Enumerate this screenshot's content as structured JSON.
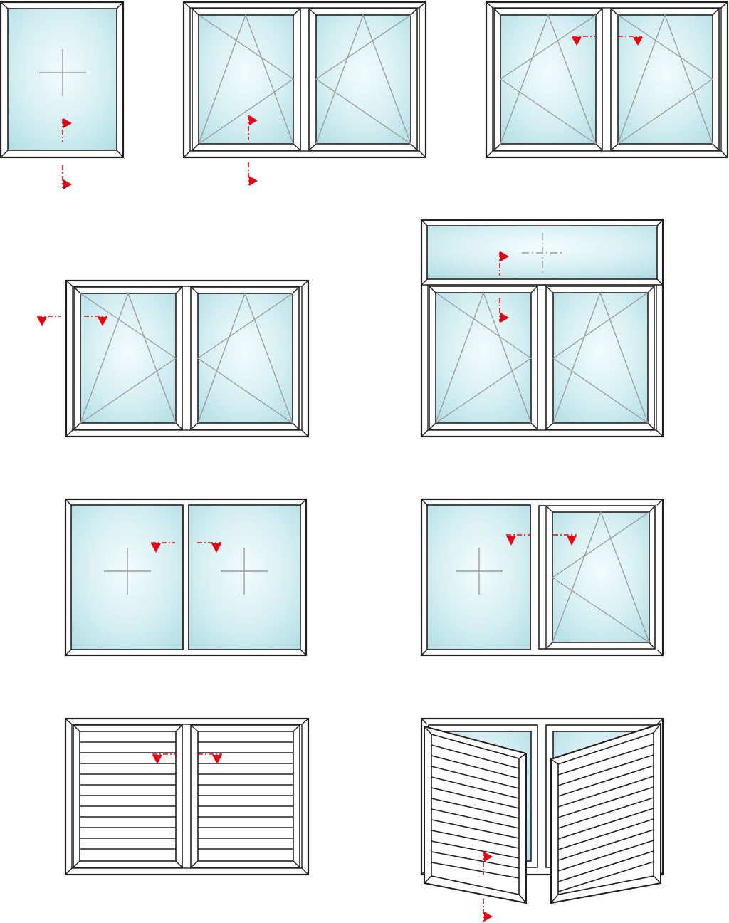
{
  "figure": {
    "description_visible_text": "",
    "colors": {
      "frame": "#231f20",
      "glass_light": "#eef9fa",
      "glass_dark": "#bfe3e8",
      "opening_lines": "#9a9a9a",
      "marker": "#e30613"
    },
    "window_types": [
      {
        "name": "window-fixed-single",
        "icon": "fixed-pane"
      },
      {
        "name": "window-double-tilt-turn-bottom-handle",
        "icon": "tilt-turn-pair"
      },
      {
        "name": "window-double-tilt-turn-top-handles",
        "icon": "tilt-turn-pair"
      },
      {
        "name": "window-double-tilt-turn-side-handle",
        "icon": "tilt-turn-pair"
      },
      {
        "name": "window-transom-with-double-tilt-turn",
        "icon": "transom-tilt-turn"
      },
      {
        "name": "window-double-fixed",
        "icon": "fixed-pair"
      },
      {
        "name": "window-fixed-plus-tilt-turn",
        "icon": "fixed-and-tilt-turn"
      },
      {
        "name": "shutter-double-closed",
        "icon": "louvered-shutters"
      },
      {
        "name": "shutter-double-open",
        "icon": "louvered-shutters-open"
      }
    ]
  }
}
